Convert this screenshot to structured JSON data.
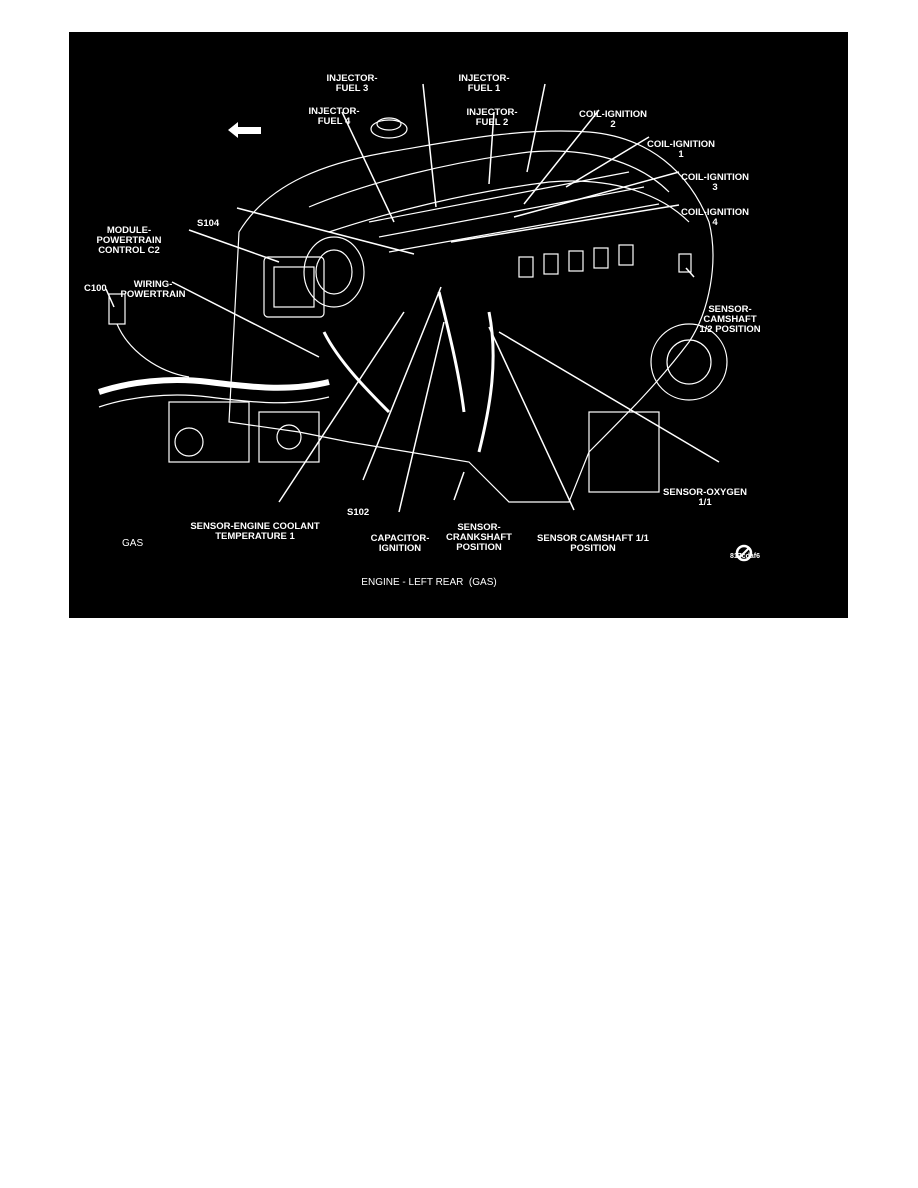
{
  "figure": {
    "colors": {
      "background": "#000000",
      "ink": "#ffffff"
    },
    "icons": [
      "front-arrow-icon",
      "gear-icon"
    ],
    "labels": {
      "injector_fuel_3": [
        "INJECTOR-",
        "FUEL 3"
      ],
      "injector_fuel_1": [
        "INJECTOR-",
        "FUEL 1"
      ],
      "injector_fuel_4": [
        "INJECTOR-",
        "FUEL 4"
      ],
      "injector_fuel_2": [
        "INJECTOR-",
        "FUEL 2"
      ],
      "coil_ignition_2": [
        "COIL-IGNITION",
        "2"
      ],
      "coil_ignition_1": [
        "COIL-IGNITION",
        "1"
      ],
      "coil_ignition_3": [
        "COIL-IGNITION",
        "3"
      ],
      "coil_ignition_4": [
        "COIL-IGNITION",
        "4"
      ],
      "s104": "S104",
      "module_powertrain": [
        "MODULE-",
        "POWERTRAIN",
        "CONTROL C2"
      ],
      "c100": "C100",
      "wiring_powertrain": [
        "WIRING-",
        "POWERTRAIN"
      ],
      "sensor_camshaft_12": [
        "SENSOR-",
        "CAMSHAFT",
        "1/2 POSITION"
      ],
      "sensor_oxygen": [
        "SENSOR-OXYGEN",
        "1/1"
      ],
      "s102": "S102",
      "sensor_coolant": [
        "SENSOR-ENGINE COOLANT",
        "TEMPERATURE 1"
      ],
      "capacitor_ignition": [
        "CAPACITOR-",
        "IGNITION"
      ],
      "sensor_crankshaft": [
        "SENSOR-",
        "CRANKSHAFT",
        "POSITION"
      ],
      "sensor_camshaft_11": [
        "SENSOR CAMSHAFT 1/1",
        "POSITION"
      ],
      "gas": "GAS",
      "code": "817cdaf6",
      "caption": "ENGINE - LEFT REAR  (GAS)"
    }
  }
}
